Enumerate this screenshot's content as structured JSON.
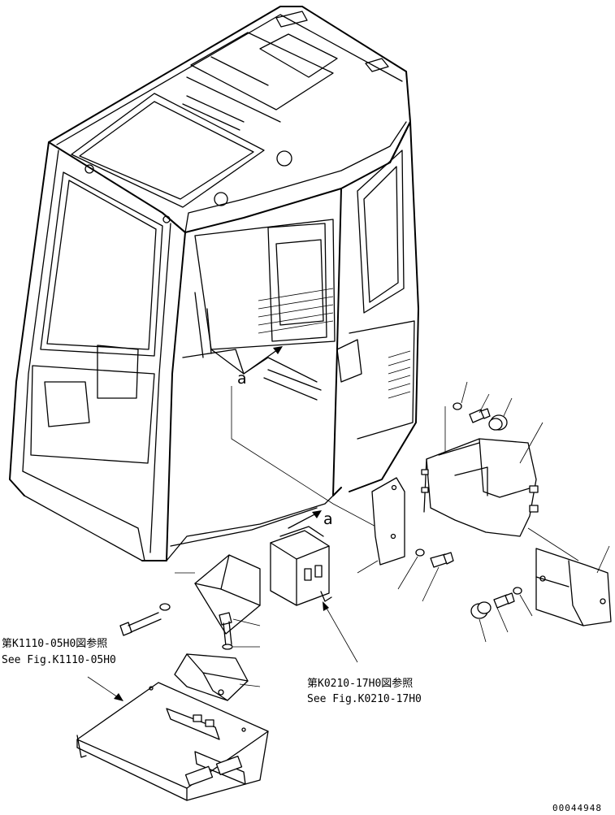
{
  "references": {
    "left": {
      "line1": "第K1110-05H0図参照",
      "line2": "See Fig.K1110-05H0"
    },
    "center": {
      "line1": "第K0210-17H0図参照",
      "line2": "See Fig.K0210-17H0"
    }
  },
  "view_labels": {
    "a_upper": "a",
    "a_lower": "a"
  },
  "part_number": "00044948",
  "colors": {
    "line": "#000000",
    "background": "#ffffff"
  }
}
